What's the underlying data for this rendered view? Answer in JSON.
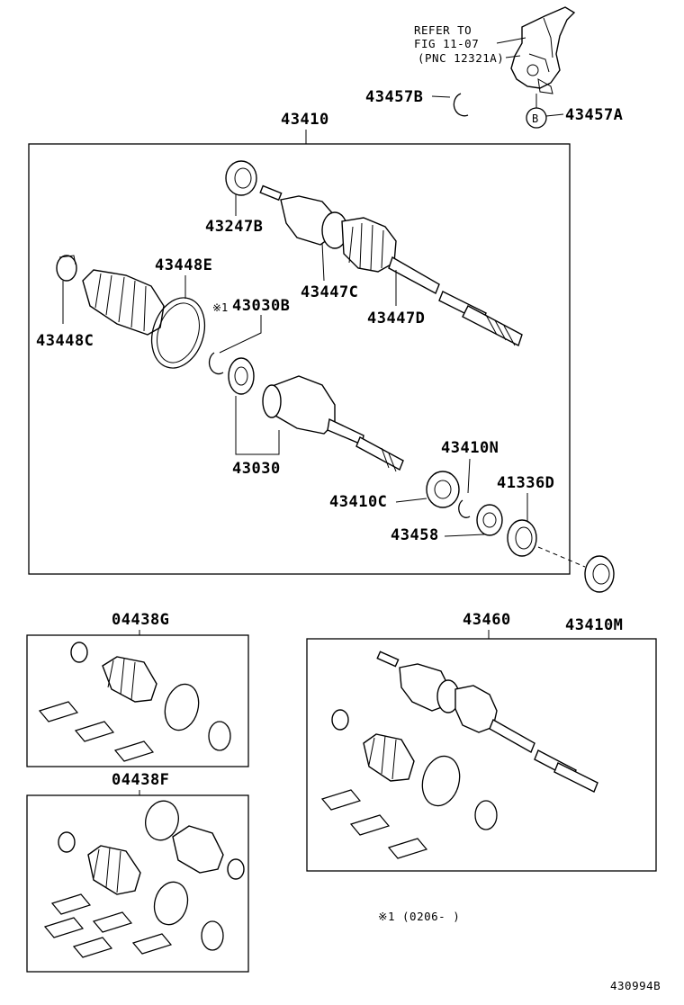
{
  "reference_note": [
    "REFER TO",
    "FIG 11-07",
    "(PNC 12321A)"
  ],
  "callout_letter": "B",
  "parts": {
    "p43457A": "43457A",
    "p43457B": "43457B",
    "p43410": "43410",
    "p43247B": "43247B",
    "p43448E": "43448E",
    "p43447C": "43447C",
    "p43030B": "43030B",
    "p43447D": "43447D",
    "p43448C": "43448C",
    "p43030": "43030",
    "p43410N": "43410N",
    "p41336D": "41336D",
    "p43410C": "43410C",
    "p43458": "43458",
    "p43410M": "43410M",
    "p04438G": "04438G",
    "p43460": "43460",
    "p04438F": "04438F"
  },
  "note_mark": "※1",
  "footnote": "※1  (0206-      )",
  "diagram_id": "430994B"
}
